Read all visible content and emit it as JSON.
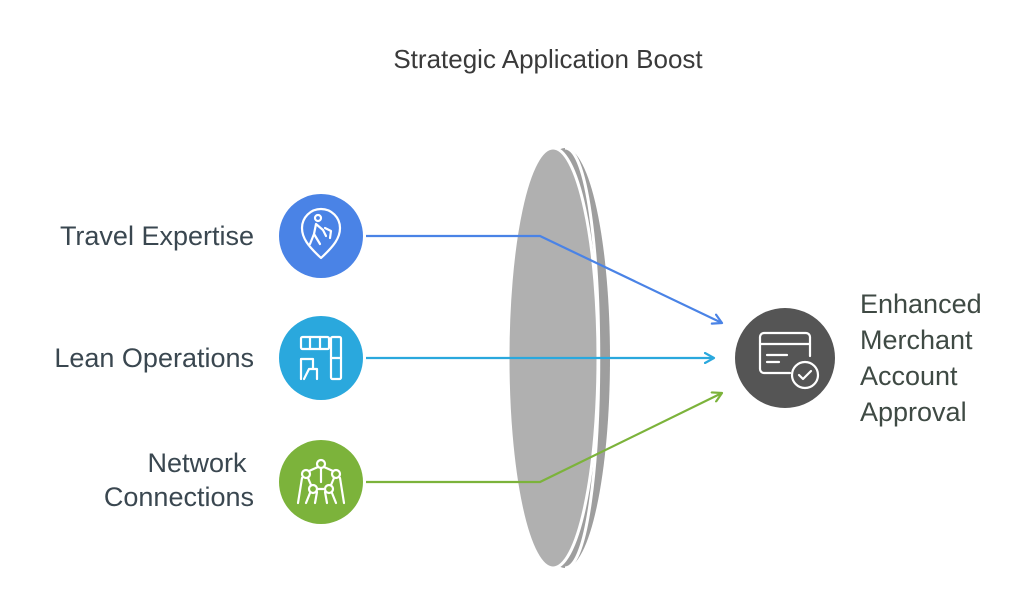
{
  "title": "Strategic Application Boost",
  "inputs": [
    {
      "label_lines": [
        "Travel Expertise"
      ],
      "icon": "traveler-location-icon",
      "color": "#4a83e6"
    },
    {
      "label_lines": [
        "Lean Operations"
      ],
      "icon": "office-workspace-icon",
      "color": "#2aa8dd"
    },
    {
      "label_lines": [
        "Network",
        "Connections"
      ],
      "icon": "network-structure-icon",
      "color": "#7cb33b"
    }
  ],
  "outcome": {
    "label_lines": [
      "Enhanced",
      "Merchant",
      "Account",
      "Approval"
    ],
    "icon": "card-approved-icon",
    "color": "#555555"
  },
  "lens": {
    "icon": "lens-shape",
    "color": "#a8a8a8"
  }
}
